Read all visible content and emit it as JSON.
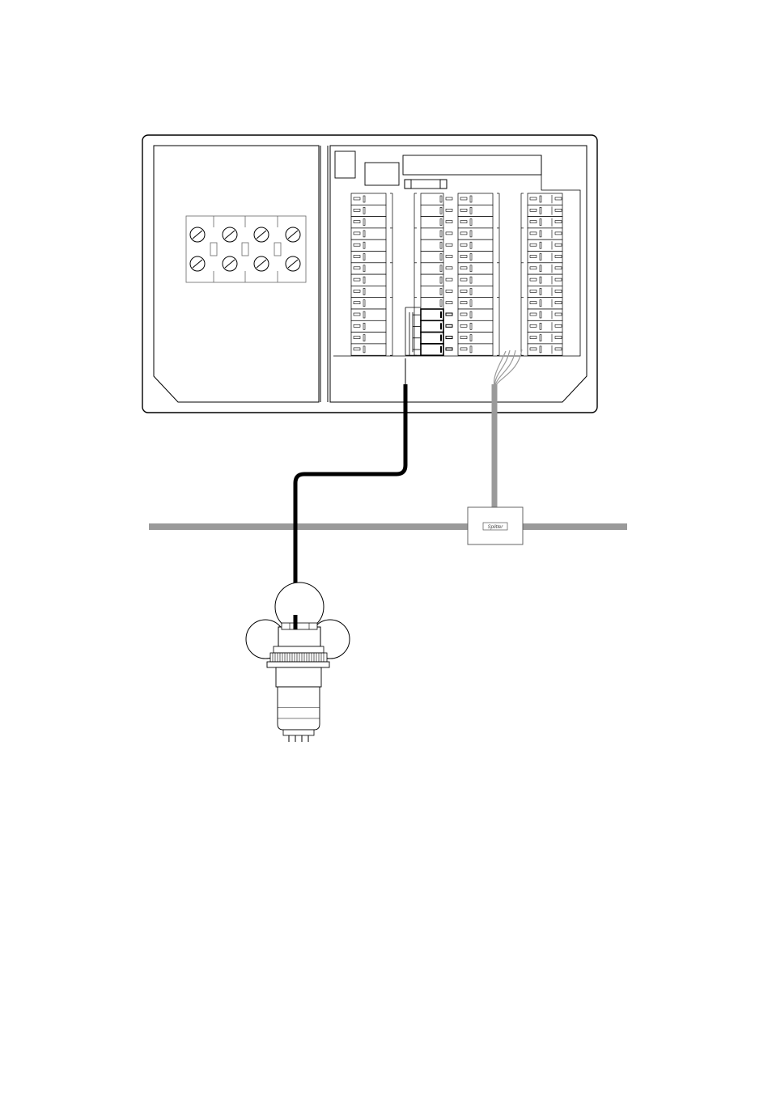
{
  "diagram": {
    "splitter_label": "Splitter",
    "colors": {
      "outline": "#000000",
      "bus_cable": "#9a9a9a",
      "signal_cable": "#000000",
      "background": "#ffffff"
    },
    "components": [
      "control-cabinet",
      "terminal-block",
      "module-rack",
      "fuse",
      "bus-splitter",
      "sensor-head"
    ]
  }
}
